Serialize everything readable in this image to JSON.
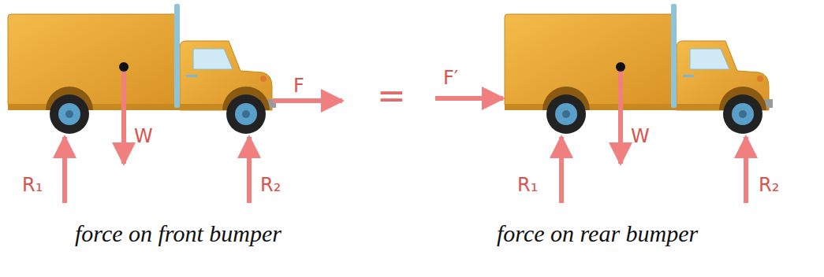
{
  "diagram": {
    "labels": [
      "F",
      "W",
      "R₁",
      "R₂",
      "=",
      "F′",
      "W",
      "R₁",
      "R₂",
      "force on front bumper",
      "force on rear bumper"
    ]
  }
}
